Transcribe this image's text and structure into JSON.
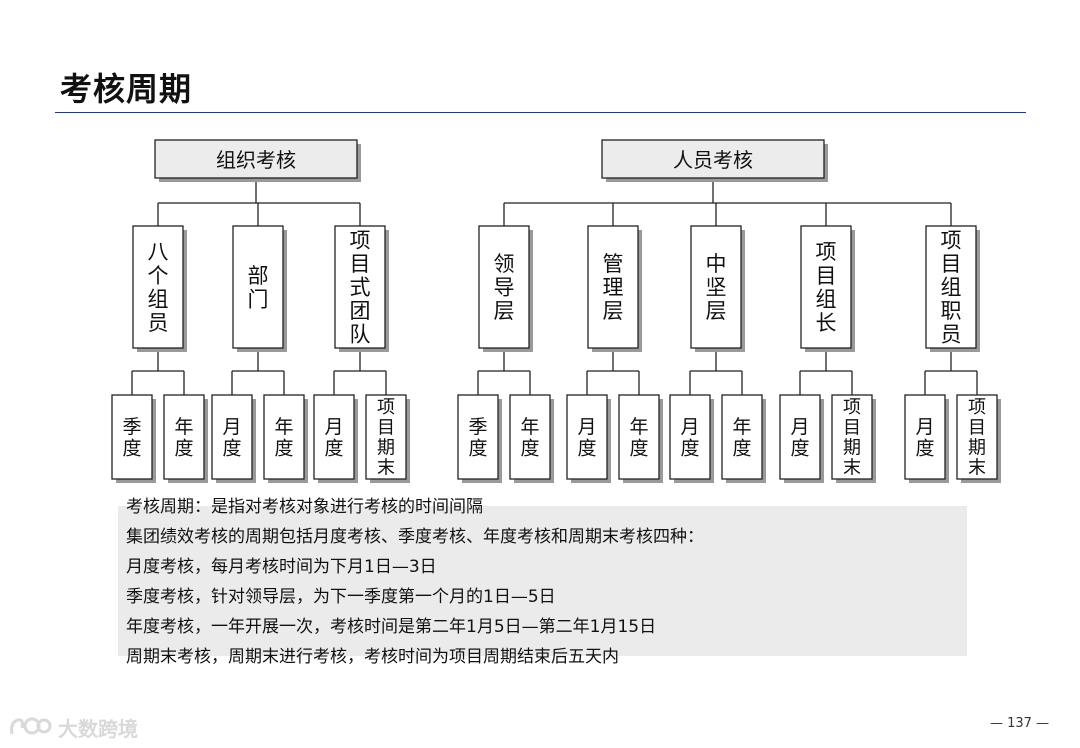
{
  "title": "考核周期",
  "tree": {
    "org": {
      "label": "组织考核",
      "children": [
        {
          "label": "八个组员",
          "leaves": [
            "季度",
            "年度"
          ]
        },
        {
          "label": "部门",
          "leaves": [
            "月度",
            "年度"
          ]
        },
        {
          "label": "项目式团队",
          "leaves": [
            "月度",
            "项目期末"
          ]
        }
      ]
    },
    "people": {
      "label": "人员考核",
      "children": [
        {
          "label": "领导层",
          "leaves": [
            "季度",
            "年度"
          ]
        },
        {
          "label": "管理层",
          "leaves": [
            "月度",
            "年度"
          ]
        },
        {
          "label": "中坚层",
          "leaves": [
            "月度",
            "年度"
          ]
        },
        {
          "label": "项目组长",
          "leaves": [
            "月度",
            "项目期末"
          ]
        },
        {
          "label": "项目组职员",
          "leaves": [
            "月度",
            "项目期末"
          ]
        }
      ]
    }
  },
  "description": [
    "考核周期：是指对考核对象进行考核的时间间隔",
    "集团绩效考核的周期包括月度考核、季度考核、年度考核和周期末考核四种：",
    "月度考核，每月考核时间为下月1日—3日",
    "季度考核，针对领导层，为下一季度第一个月的1日—5日",
    "年度考核，一年开展一次，考核时间是第二年1月5日—第二年1月15日",
    "周期末考核，周期末进行考核，考核时间为项目周期结束后五天内"
  ],
  "watermark": "大数跨境",
  "page_number": "— 137 —",
  "colors": {
    "box_fill": "#ececec",
    "box_stroke": "#222222",
    "shadow": "#9a9a9a",
    "rule": "#1f3d7a",
    "desc_shade": "#ebebeb"
  }
}
